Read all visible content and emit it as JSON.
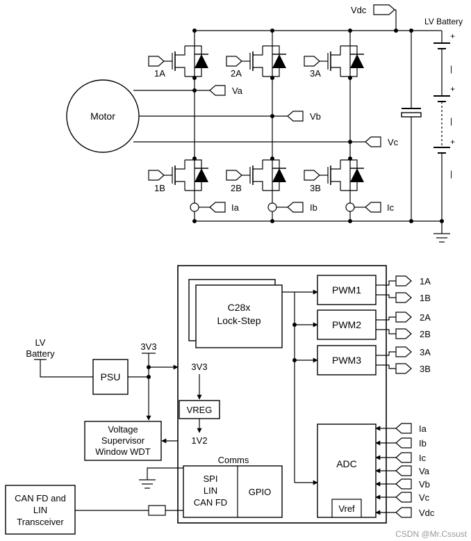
{
  "schematic": {
    "vdc": "Vdc",
    "lv_battery": "LV Battery",
    "plus_sign": "+",
    "minus_sign": "|",
    "motor": "Motor",
    "phase_voltages": [
      "Va",
      "Vb",
      "Vc"
    ],
    "currents": [
      "Ia",
      "Ib",
      "Ic"
    ],
    "high_side": [
      "1A",
      "2A",
      "3A"
    ],
    "low_side": [
      "1B",
      "2B",
      "3B"
    ]
  },
  "block": {
    "cpu_line1": "C28x",
    "cpu_line2": "Lock-Step",
    "pwm": [
      "PWM1",
      "PWM2",
      "PWM3"
    ],
    "pwm_outputs": [
      "1A",
      "1B",
      "2A",
      "2B",
      "3A",
      "3B"
    ],
    "lv_battery_line1": "LV",
    "lv_battery_line2": "Battery",
    "psu": "PSU",
    "rail_3v3": "3V3",
    "rail_3v3_in": "3V3",
    "vreg": "VREG",
    "rail_1v2": "1V2",
    "supervisor": [
      "Voltage",
      "Supervisor",
      "Window WDT"
    ],
    "comms": "Comms",
    "comms_items": [
      "SPI",
      "LIN",
      "CAN FD"
    ],
    "gpio": "GPIO",
    "adc": "ADC",
    "vref": "Vref",
    "adc_inputs": [
      "Ia",
      "Ib",
      "Ic",
      "Va",
      "Vb",
      "Vc",
      "Vdc"
    ],
    "can_transceiver": [
      "CAN FD and",
      "LIN",
      "Transceiver"
    ]
  },
  "watermark": "CSDN @Mr.Cssust"
}
